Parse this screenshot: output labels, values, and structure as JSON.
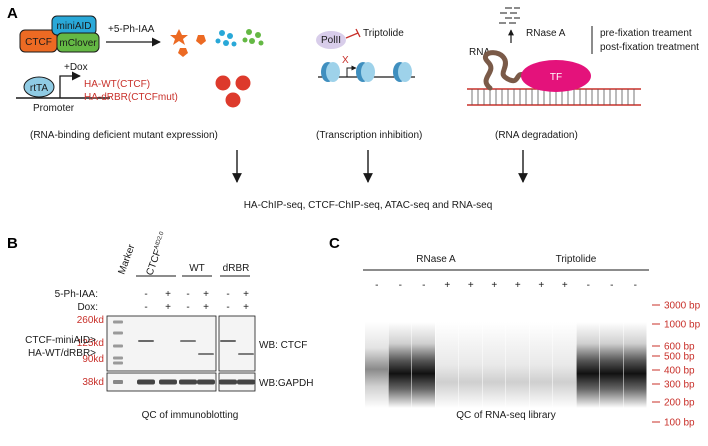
{
  "panel_a": {
    "letter": "A",
    "col1": {
      "ctcf": "CTCF",
      "miniaid": "miniAID",
      "mclover": "mClover",
      "treatment": "+5-Ph-IAA",
      "rttA": "rtTA",
      "dox": "+Dox",
      "promoter": "Promoter",
      "ha_wt": "HA-WT(CTCF)",
      "ha_drbr": "HA-dRBR(CTCFmut)",
      "caption": "(RNA-binding deficient mutant expression)"
    },
    "col2": {
      "polII": "PolII",
      "triptolide": "Triptolide",
      "x_mark": "X",
      "caption": "(Transcription inhibition)"
    },
    "col3": {
      "rnase": "RNase A",
      "rna": "RNA",
      "tf": "TF",
      "pre": "pre-fixation treament",
      "post": "post-fixation treatment",
      "caption": "(RNA degradation)"
    },
    "summary": "HA-ChIP-seq, CTCF-ChIP-seq, ATAC-seq and RNA-seq"
  },
  "panel_b": {
    "letter": "B",
    "marker": "Marker",
    "groups": [
      "CTCF",
      "WT",
      "dRBR"
    ],
    "group0_superscript": "AID2.0",
    "rows": [
      {
        "label": "5-Ph-IAA:",
        "values": [
          "-",
          "+",
          "-",
          "+",
          "-",
          "+"
        ]
      },
      {
        "label": "Dox:",
        "values": [
          "-",
          "+",
          "-",
          "+",
          "-",
          "+"
        ]
      }
    ],
    "mw_markers": [
      "260kd",
      "125kd",
      "90kd",
      "38kd"
    ],
    "band_labels": [
      "CTCF-miniAID>",
      "HA-WT/dRBR>"
    ],
    "wb_ctcf": "WB: CTCF",
    "wb_gapdh": "WB:GAPDH",
    "caption": "QC of immunoblotting"
  },
  "panel_c": {
    "letter": "C",
    "groups": [
      "RNase A",
      "Triptolide"
    ],
    "lane_signs": [
      "-",
      "-",
      "-",
      "+",
      "+",
      "+",
      "+",
      "+",
      "+",
      "-",
      "-",
      "-"
    ],
    "bp_markers": [
      "3000 bp",
      "1000 bp",
      "600 bp",
      "500 bp",
      "400 bp",
      "300 bp",
      "200 bp",
      "100 bp"
    ],
    "caption": "QC of RNA-seq library",
    "marker_color": "#c8302a"
  }
}
